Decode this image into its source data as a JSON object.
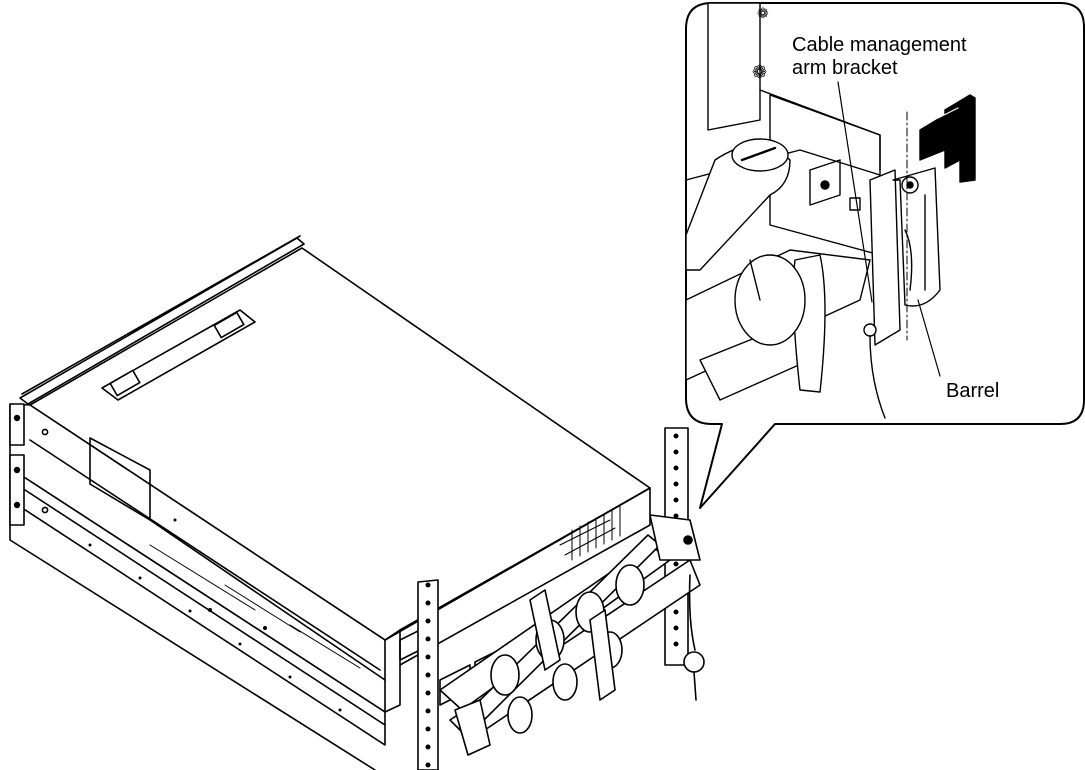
{
  "labels": {
    "cable_management_arm_bracket_line1": "Cable management",
    "cable_management_arm_bracket_line2": "arm bracket",
    "barrel": "Barrel"
  },
  "colors": {
    "line": "#000000",
    "fill": "#ffffff",
    "shade": "#000000"
  }
}
